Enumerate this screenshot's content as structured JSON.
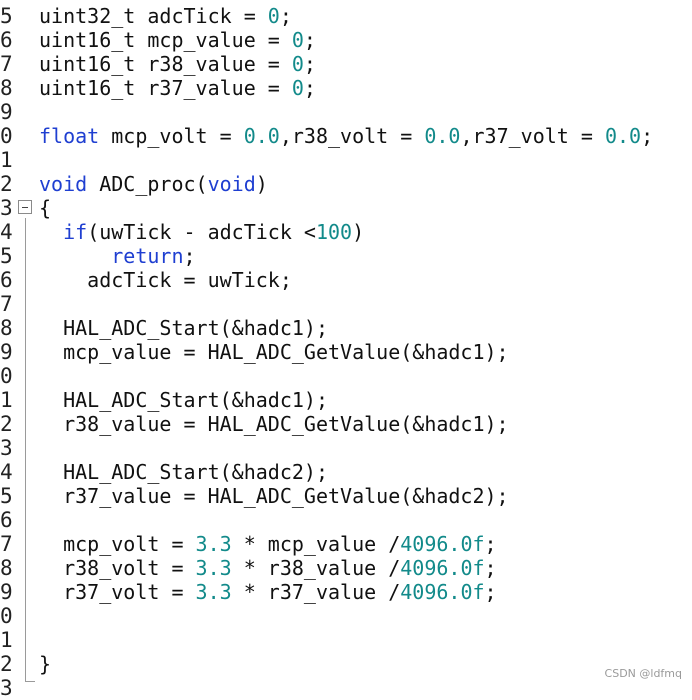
{
  "editor": {
    "line_numbers": [
      "5",
      "6",
      "7",
      "8",
      "9",
      "0",
      "1",
      "2",
      "3",
      "4",
      "5",
      "6",
      "7",
      "8",
      "9",
      "0",
      "1",
      "2",
      "3",
      "4",
      "5",
      "6",
      "7",
      "8",
      "9",
      "0",
      "1",
      "2",
      "3"
    ],
    "lines": [
      [
        {
          "t": "uint32_t adcTick = ",
          "c": ""
        },
        {
          "t": "0",
          "c": "num"
        },
        {
          "t": ";",
          "c": ""
        }
      ],
      [
        {
          "t": "uint16_t mcp_value = ",
          "c": ""
        },
        {
          "t": "0",
          "c": "num"
        },
        {
          "t": ";",
          "c": ""
        }
      ],
      [
        {
          "t": "uint16_t r38_value = ",
          "c": ""
        },
        {
          "t": "0",
          "c": "num"
        },
        {
          "t": ";",
          "c": ""
        }
      ],
      [
        {
          "t": "uint16_t r37_value = ",
          "c": ""
        },
        {
          "t": "0",
          "c": "num"
        },
        {
          "t": ";",
          "c": ""
        }
      ],
      [],
      [
        {
          "t": "float",
          "c": "kw"
        },
        {
          "t": " mcp_volt = ",
          "c": ""
        },
        {
          "t": "0.0",
          "c": "num"
        },
        {
          "t": ",r38_volt = ",
          "c": ""
        },
        {
          "t": "0.0",
          "c": "num"
        },
        {
          "t": ",r37_volt = ",
          "c": ""
        },
        {
          "t": "0.0",
          "c": "num"
        },
        {
          "t": ";",
          "c": ""
        }
      ],
      [],
      [
        {
          "t": "void",
          "c": "kw"
        },
        {
          "t": " ADC_proc(",
          "c": ""
        },
        {
          "t": "void",
          "c": "kw"
        },
        {
          "t": ")",
          "c": ""
        }
      ],
      [
        {
          "t": "{",
          "c": ""
        }
      ],
      [
        {
          "t": "  ",
          "c": ""
        },
        {
          "t": "if",
          "c": "kw"
        },
        {
          "t": "(uwTick - adcTick <",
          "c": ""
        },
        {
          "t": "100",
          "c": "num"
        },
        {
          "t": ")",
          "c": ""
        }
      ],
      [
        {
          "t": "      ",
          "c": ""
        },
        {
          "t": "return",
          "c": "kw"
        },
        {
          "t": ";",
          "c": ""
        }
      ],
      [
        {
          "t": "    adcTick = uwTick;",
          "c": ""
        }
      ],
      [],
      [
        {
          "t": "  HAL_ADC_Start(&hadc1);",
          "c": ""
        }
      ],
      [
        {
          "t": "  mcp_value = HAL_ADC_GetValue(&hadc1);",
          "c": ""
        }
      ],
      [],
      [
        {
          "t": "  HAL_ADC_Start(&hadc1);",
          "c": ""
        }
      ],
      [
        {
          "t": "  r38_value = HAL_ADC_GetValue(&hadc1);",
          "c": ""
        }
      ],
      [],
      [
        {
          "t": "  HAL_ADC_Start(&hadc2);",
          "c": ""
        }
      ],
      [
        {
          "t": "  r37_value = HAL_ADC_GetValue(&hadc2);",
          "c": ""
        }
      ],
      [],
      [
        {
          "t": "  mcp_volt = ",
          "c": ""
        },
        {
          "t": "3.3",
          "c": "num"
        },
        {
          "t": " * mcp_value /",
          "c": ""
        },
        {
          "t": "4096.0f",
          "c": "num"
        },
        {
          "t": ";",
          "c": ""
        }
      ],
      [
        {
          "t": "  r38_volt = ",
          "c": ""
        },
        {
          "t": "3.3",
          "c": "num"
        },
        {
          "t": " * r38_value /",
          "c": ""
        },
        {
          "t": "4096.0f",
          "c": "num"
        },
        {
          "t": ";",
          "c": ""
        }
      ],
      [
        {
          "t": "  r37_volt = ",
          "c": ""
        },
        {
          "t": "3.3",
          "c": "num"
        },
        {
          "t": " * r37_value /",
          "c": ""
        },
        {
          "t": "4096.0f",
          "c": "num"
        },
        {
          "t": ";",
          "c": ""
        }
      ],
      [],
      [],
      [
        {
          "t": "}",
          "c": ""
        }
      ],
      []
    ]
  },
  "watermark": "CSDN @ldfmq",
  "colors": {
    "keyword": "#1f3fd1",
    "number": "#128a8a",
    "text": "#111111"
  }
}
